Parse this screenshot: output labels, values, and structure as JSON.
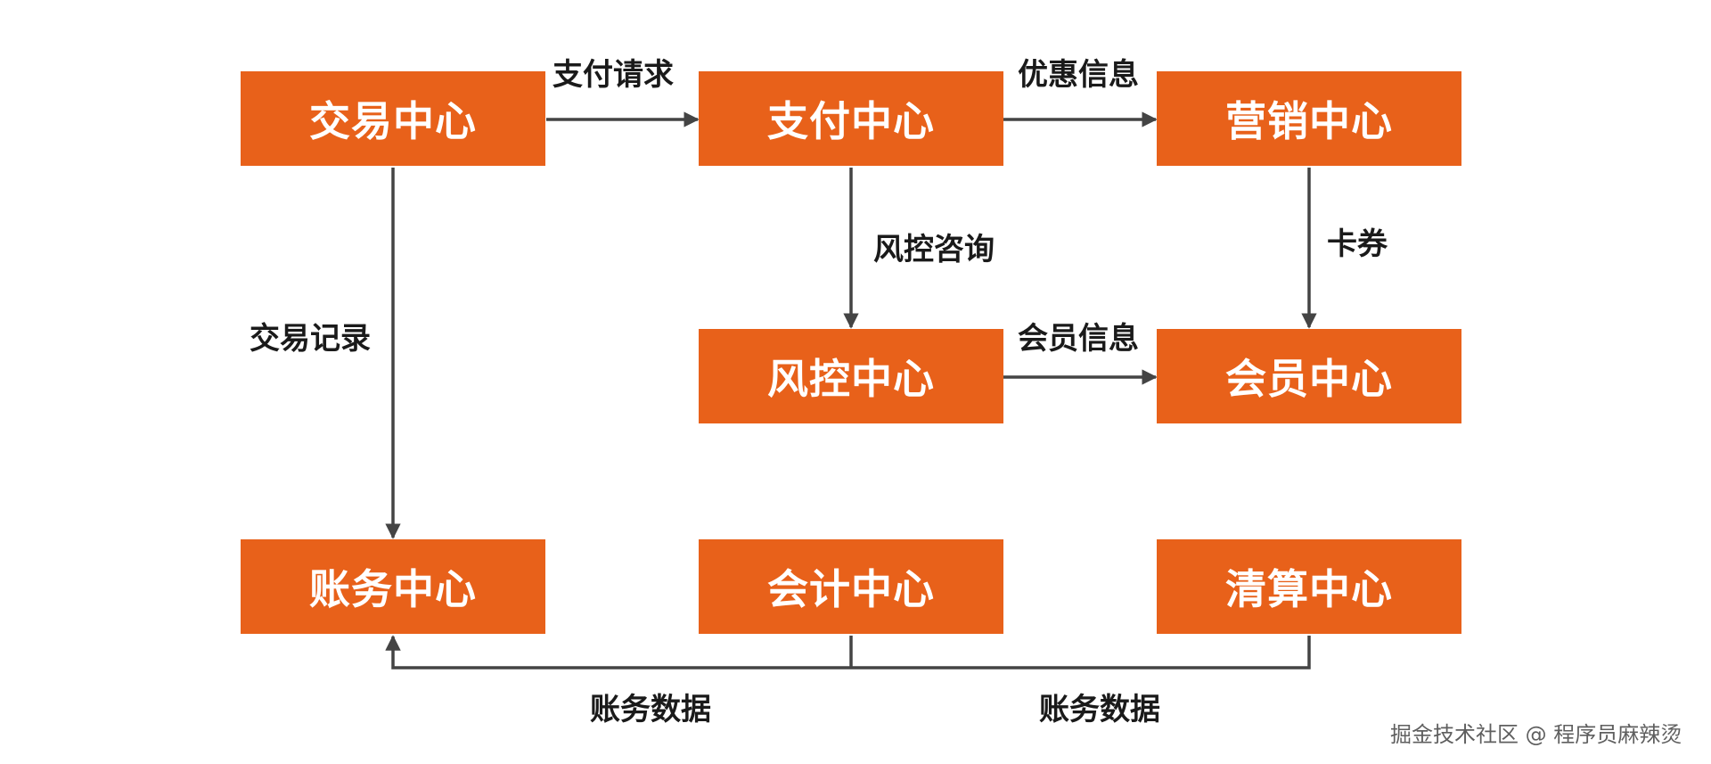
{
  "colors": {
    "node_fill": "#e8611a",
    "node_text": "#ffffff",
    "edge": "#444444",
    "label_text": "#1a1a1a"
  },
  "nodes": {
    "trade": "交易中心",
    "payment": "支付中心",
    "marketing": "营销中心",
    "risk": "风控中心",
    "member": "会员中心",
    "account": "账务中心",
    "accounting": "会计中心",
    "clearing": "清算中心"
  },
  "edges": {
    "trade_to_payment": "支付请求",
    "payment_to_marketing": "优惠信息",
    "payment_to_risk": "风控咨询",
    "marketing_to_member": "卡券",
    "risk_to_member": "会员信息",
    "trade_to_account": "交易记录",
    "accounting_to_account": "账务数据",
    "clearing_to_account": "账务数据"
  },
  "watermark": "掘金技术社区 @ 程序员麻辣烫"
}
